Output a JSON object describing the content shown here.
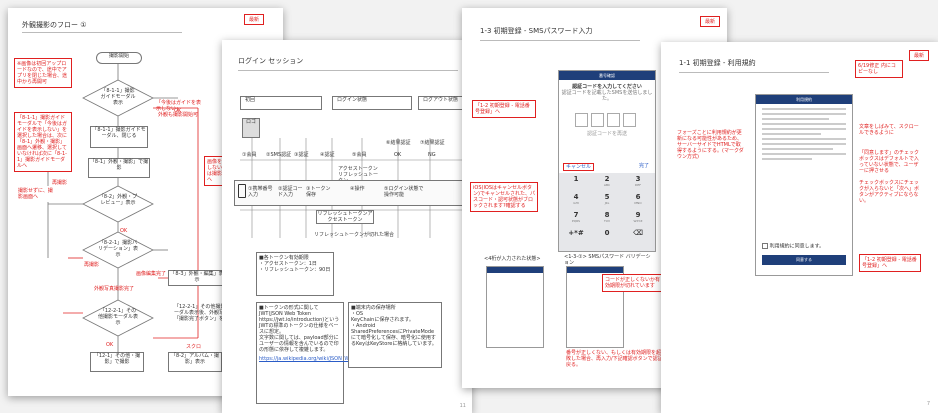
{
  "doc1": {
    "title": "外観撮影のフロー ①",
    "badge": "最新",
    "nodes": {
      "start": "撮影開始",
      "guide_q": "「8-1-1」撮影ガイドモーダル表示",
      "guide_close": "「8-1-1」撮影ガイドモーダル、閉じる",
      "shoot_front": "「8-1」外観・撮影」で撮影",
      "preview_q": "「8-2」外観・プレビュー」表示",
      "valid_q": "「8-2-1」撮影バリデーション」表示",
      "edit": "「8-3」外観・編集」表示",
      "other_q": "「12-2-1」その他撮影モーダル表示",
      "other_shoot": "「12-1」その他・撮影」で撮影",
      "album": "「8-2」アルバム・撮影」表示"
    },
    "labels": {
      "ok1": "OK",
      "ng_guide": "「今後はガイドを表示しない」",
      "retake": "再撮影",
      "reshoot": "再撮影",
      "edit_done": "画像編集完了",
      "photo_done": "外観写真撮影完了",
      "ok2": "OK",
      "ok3": "OK",
      "scroll": "スクロ",
      "start_flow": "外観も撮影開始可"
    },
    "notes": {
      "n1": "※画像は初回アップロードなので、途中でアプリを閉じた場合、途中から再開可",
      "n2": "「8-1-1」撮影ガイドモーダルで「今後はガイドを表示しない」を選択した場合は、次に「8-1」外観・撮影」画面へ遷移、選択していなければ次に「8-1-1」撮影ガイドモーダルへ",
      "n3": "撮影せずに、撮影画面へ",
      "n4": "画像を保存しない場合は撮影画面へ",
      "n5": "「12-2-1」その他撮影モーダル表示後、外観写真の「撮影完了ボタン」を押"
    }
  },
  "doc2": {
    "title": "ログイン セッション",
    "columns": [
      "初回",
      "ログイン状態",
      "ログアウト状態"
    ],
    "logo": "ロゴ",
    "row1": [
      "①会員",
      "②SMS認証",
      "③認証",
      "④認証",
      "⑤会員",
      "⑥結果認証",
      "⑦結果認証"
    ],
    "ok": "OK",
    "ng": "NG",
    "tokens": [
      "アクセストークン",
      "リフレッシュトークン"
    ],
    "bottom_row": [
      "①携帯番号入力",
      "②認証コード入力",
      "③トークン保存",
      "④操作",
      "⑤ログイン状態で操作可能",
      "リフレッシュトークンアクセストークン"
    ],
    "bottom_caption": "リフレッシュトークンが切れた場合",
    "token_box": {
      "title": "■各トークン有効期限",
      "lines": [
        "・アクセストークン：1日",
        "・リフレッシュトークン：90日"
      ]
    },
    "jwt_box": {
      "title": "■トークンの形式に関して",
      "lines": [
        "JWT(JSON Web Token",
        "https://jwt.io/introduction)という",
        "JWTの標準のトークンの仕様をベースに想定。",
        "文字数に関しては、payload部分にユーザーの情報を含んでいるので印の形態に依存して複雑します。"
      ],
      "link1": "https://jwt.io/introduction",
      "link2": "https://ja.wikipedia.org/wiki/JSON_Web_Token"
    },
    "store_box": {
      "title": "■端末内の保存場所",
      "lines": [
        "・OS",
        "KeyChainに保存されます。",
        "・Android",
        "SharedPreferencesにPrivateModeにて暗号化して保存、暗号化に使用するKeyはKeyStoreに格納しています。"
      ]
    },
    "page_no": "11"
  },
  "doc3": {
    "title": "1-3 初期登録 - SMSパスワード入力",
    "badge": "最新",
    "phone": {
      "bar": "番号確認",
      "heading": "認証コードを入力してください",
      "sub": "認証コードを記載したSMSを送信しました。",
      "resend": "認証コードを再送",
      "cancel": "キャンセル",
      "done": "完了",
      "keys": [
        [
          "1",
          ""
        ],
        [
          "2",
          "ABC"
        ],
        [
          "3",
          "DEF"
        ],
        [
          "4",
          "GHI"
        ],
        [
          "5",
          "JKL"
        ],
        [
          "6",
          "MNO"
        ],
        [
          "7",
          "PQRS"
        ],
        [
          "8",
          "TUV"
        ],
        [
          "9",
          "WXYZ"
        ],
        [
          "+*#",
          ""
        ],
        [
          "0",
          ""
        ],
        [
          "⌫",
          ""
        ]
      ]
    },
    "note_left": "「1-2 初期登録 - 電話番号登録」へ",
    "note_cancel": "iOS(IOSはキャンセルボタン)でキャンセルされた、パスコード・認可状態がブロックされます?確認する",
    "cap_left": "<4桁が入力された状態>",
    "cap_right": "<1-3-①> SMSパスワード バリデーション",
    "err_msg": "コードが正しくないか有効期限が切れています",
    "bottom_note": "番号が正しくない、もしくは有効期限を超過して認証が失敗した場合、再入力/下記確認ボタンで認証を行う操作へ戻る。",
    "page_no": ""
  },
  "doc4": {
    "title": "1-1 初期登録 - 利用規約",
    "badge": "最新",
    "update_note": "6/19修正 内にコピーなし",
    "phone": {
      "bar": "利用規約",
      "agree": "同意する",
      "checkbox": "利用規約に同意します。"
    },
    "note_left": "フォーズことに利用規約が更新になる可能性があるため、サーバーサイドでHTMLで取得するようにする。(マークダウン方式)",
    "note_right1": "文章をしばみて、スクロールできるように",
    "note_right2": "「同意します」のチェックボックスはデフォルトで入っていない状態で、ユーザーに押させる",
    "note_right3": "チェックボックスにチェックが入らないと「次へ」ボタンがアクティブにならない。",
    "note_bottom": "「1-2 初期登録 - 電話番号登録」へ",
    "page_no": "7"
  }
}
